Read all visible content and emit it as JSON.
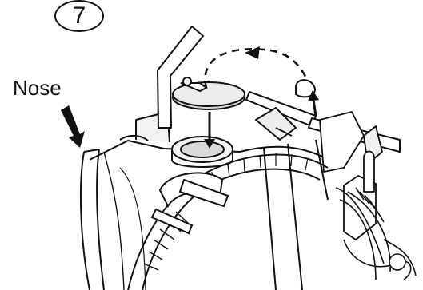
{
  "step": {
    "number": "7"
  },
  "callouts": {
    "nose_label": "Nose"
  },
  "colors": {
    "ink": "#111111",
    "paper": "#ffffff",
    "shade": "#d9d9d9",
    "shade_light": "#ececec"
  },
  "icons": {
    "direction_arrows": "arrow-icon",
    "dashed_path": "dashed-curve-arrow"
  }
}
